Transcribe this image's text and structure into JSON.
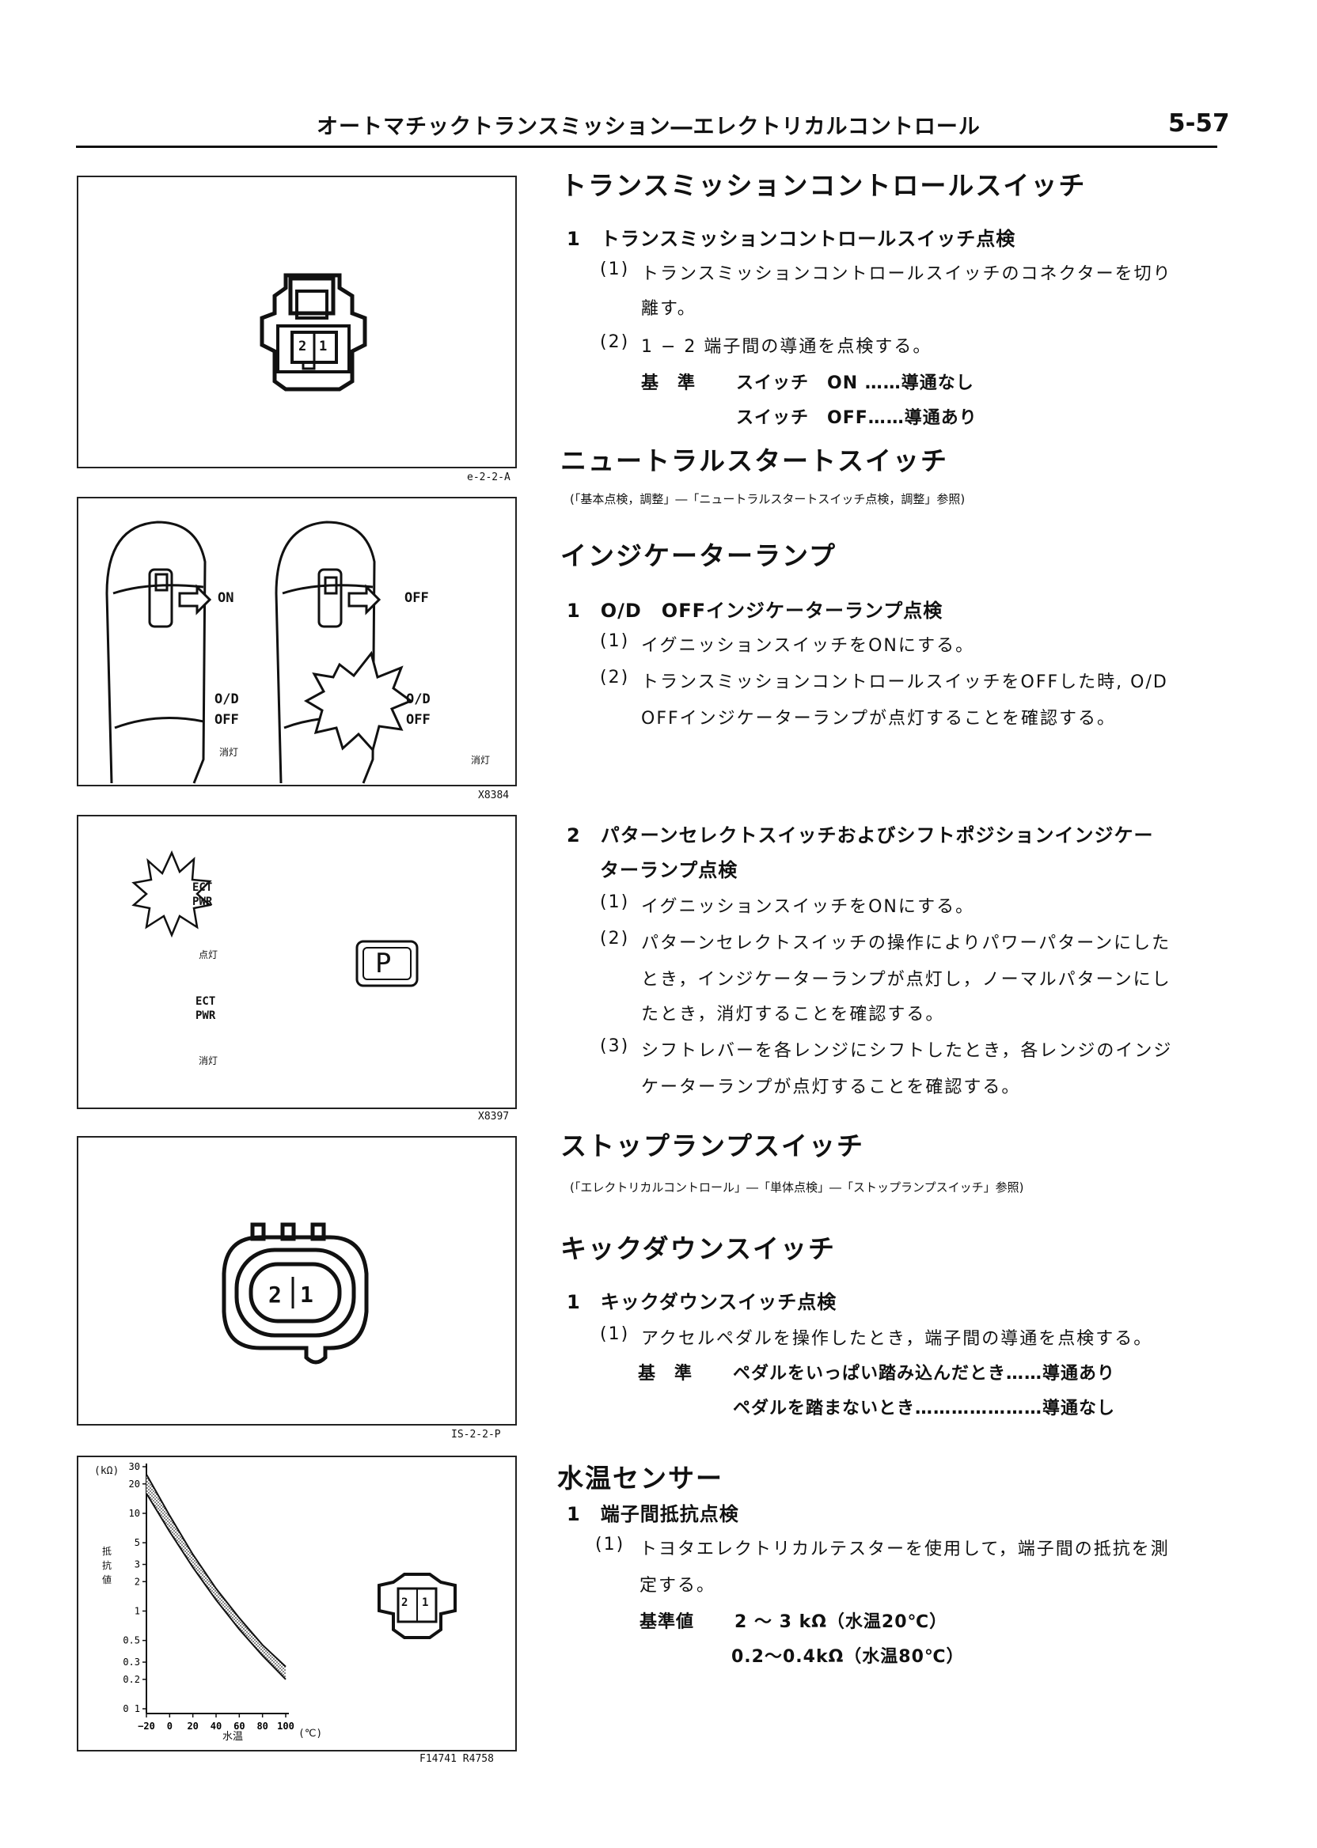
{
  "header": {
    "title": "オートマチックトランスミッション―エレクトリカルコントロール",
    "page_number": "5-57"
  },
  "figures": {
    "fig1": {
      "code": "e-2-2-A",
      "pins": [
        "2",
        "1"
      ]
    },
    "fig2": {
      "code": "X8384",
      "on": "ON",
      "off": "OFF",
      "od": "O/D",
      "od_off": "OFF",
      "unlit_left": "消灯",
      "unlit_right": "消灯"
    },
    "fig3": {
      "code": "X8397",
      "ect_lit": "ECT",
      "pwr_lit": "PWR",
      "lit": "点灯",
      "ect": "ECT",
      "pwr": "PWR",
      "unlit": "消灯",
      "p_indicator": "P"
    },
    "fig4": {
      "code": "IS-2-2-P",
      "pins": [
        "2",
        "1"
      ]
    },
    "fig5": {
      "code": "F14741  R4758",
      "pins": [
        "2",
        "1"
      ]
    }
  },
  "chart_data": {
    "type": "area",
    "xlabel": "水温",
    "xunit": "(℃)",
    "ylabel": "抵抗値",
    "yunit": "(kΩ)",
    "xticks": [
      "−20",
      "0",
      "20",
      "40",
      "60",
      "80",
      "100"
    ],
    "yticks": [
      "30",
      "20",
      "10",
      "5",
      "3",
      "2",
      "1",
      "0.5",
      "0.3",
      "0.2",
      "0 1"
    ],
    "xlim": [
      -20,
      100
    ],
    "ylim": [
      0.1,
      30
    ],
    "yscale": "log",
    "series": [
      {
        "x": [
          -20,
          0,
          20,
          40,
          60,
          80,
          100
        ],
        "values": [
          16,
          6.5,
          2.8,
          1.3,
          0.65,
          0.35,
          0.2
        ]
      },
      {
        "x": [
          -20,
          0,
          20,
          40,
          60,
          80,
          100
        ],
        "values": [
          25,
          9.5,
          3.8,
          1.7,
          0.85,
          0.45,
          0.27
        ]
      }
    ]
  },
  "sections": {
    "tcs": {
      "title": "トランスミッションコントロールスイッチ",
      "step1": "1　トランスミッションコントロールスイッチ点検",
      "s1_num": "(1)",
      "s1_a": "トランスミッションコントロールスイッチのコネクターを切り",
      "s1_b": "離す。",
      "s2_num": "(2)",
      "s2": "1 − 2 端子間の導通を点検する。",
      "std_label": "基　準",
      "std1": "スイッチ　ON ……導通なし",
      "std2": "スイッチ　OFF……導通あり"
    },
    "nss": {
      "title": "ニュートラルスタートスイッチ",
      "ref": "(「基本点検，調整」―「ニュートラルスタートスイッチ点検，調整」参照)"
    },
    "lamp": {
      "title": "インジケーターランプ",
      "step1": "1　O/D　OFFインジケーターランプ点検",
      "s1_num": "(1)",
      "s1": "イグニッションスイッチをONにする。",
      "s2_num": "(2)",
      "s2_a": "トランスミッションコントロールスイッチをOFFした時, O/D",
      "s2_b": "OFFインジケーターランプが点灯することを確認する。",
      "step2_a": "2　パターンセレクトスイッチおよびシフトポジションインジケー",
      "step2_b": "ターランプ点検",
      "t1_num": "(1)",
      "t1": "イグニッションスイッチをONにする。",
      "t2_num": "(2)",
      "t2_a": "パターンセレクトスイッチの操作によりパワーパターンにした",
      "t2_b": "とき，インジケーターランプが点灯し，ノーマルパターンにし",
      "t2_c": "たとき，消灯することを確認する。",
      "t3_num": "(3)",
      "t3_a": "シフトレバーを各レンジにシフトしたとき，各レンジのインジ",
      "t3_b": "ケーターランプが点灯することを確認する。"
    },
    "stop": {
      "title": "ストップランプスイッチ",
      "ref": "(「エレクトリカルコントロール」―「単体点検」―「ストップランプスイッチ」参照)"
    },
    "kick": {
      "title": "キックダウンスイッチ",
      "step1": "1　キックダウンスイッチ点検",
      "s1_num": "(1)",
      "s1": "アクセルペダルを操作したとき，端子間の導通を点検する。",
      "std_label": "基　準",
      "std1": "ペダルをいっぱい踏み込んだとき……導通あり",
      "std2": "ペダルを踏まないとき…………………導通なし"
    },
    "water": {
      "title": "水温センサー",
      "step1": "1　端子間抵抗点検",
      "s1_num": "(1)",
      "s1_a": "トヨタエレクトリカルテスターを使用して，端子間の抵抗を測",
      "s1_b": "定する。",
      "std_label": "基準値",
      "std1": "2 〜 3 kΩ（水温20℃）",
      "std2": "0.2〜0.4kΩ（水温80℃）"
    }
  }
}
